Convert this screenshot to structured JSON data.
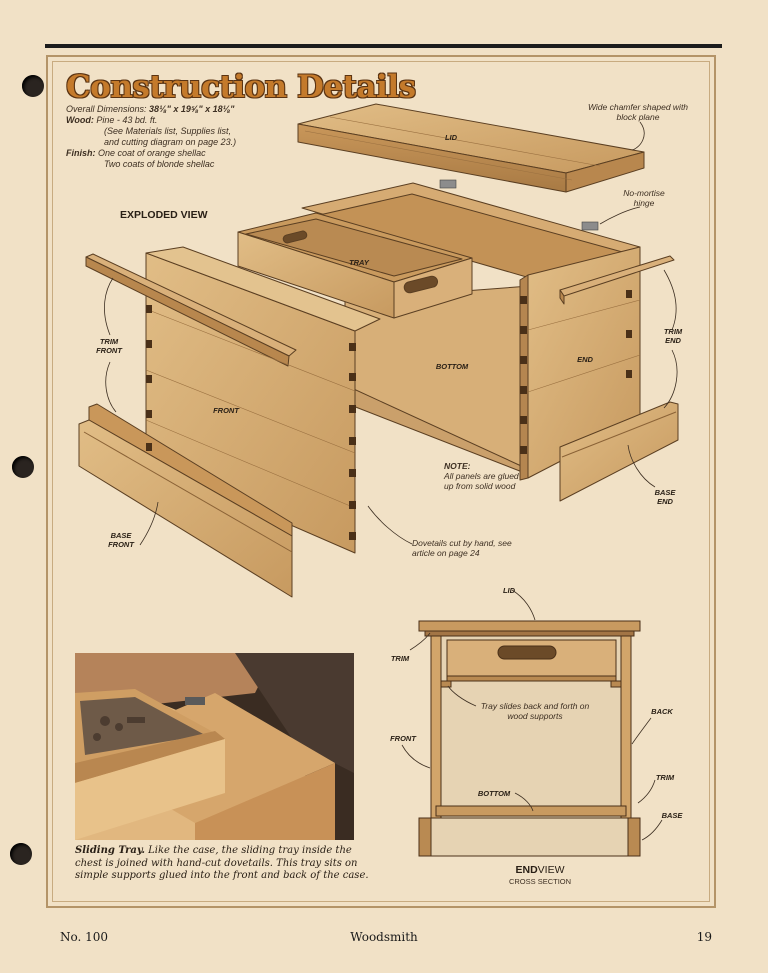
{
  "page": {
    "title": "Construction Details",
    "specs": {
      "dimensions_label": "Overall Dimensions:",
      "dimensions_value": "38⅛\" x 19⅝\" x 18⅛\"",
      "wood_label": "Wood:",
      "wood_value": "Pine - 43 bd. ft.",
      "wood_note_1": "(See Materials list, Supplies list,",
      "wood_note_2": "and cutting diagram on page 23.)",
      "finish_label": "Finish:",
      "finish_1": "One coat of orange shellac",
      "finish_2": "Two coats of blonde shellac"
    }
  },
  "exploded": {
    "heading": "EXPLODED VIEW",
    "callouts": {
      "chamfer": "Wide chamfer shaped with block plane",
      "hinge": "No-mortise hinge",
      "note_title": "NOTE:",
      "note_body": "All panels are glued up from solid wood",
      "dovetails": "Dovetails cut by hand, see article on page 24"
    },
    "parts": {
      "lid": "LID",
      "tray": "TRAY",
      "bottom": "BOTTOM",
      "end": "END",
      "front": "FRONT",
      "trim_front": "TRIM FRONT",
      "trim_end": "TRIM END",
      "base_end": "BASE END",
      "base_front": "BASE FRONT"
    }
  },
  "photo": {
    "caption_title": "Sliding Tray.",
    "caption_body": "Like the case, the sliding tray inside the chest is joined with hand-cut dovetails. This tray sits on simple supports glued into the front and back of the case."
  },
  "end_view": {
    "title_bold": "END",
    "title_rest": "VIEW",
    "subtitle": "CROSS SECTION",
    "labels": {
      "lid": "LID",
      "trim_left": "TRIM",
      "tray_note": "Tray slides back and forth on wood supports",
      "back": "BACK",
      "front": "FRONT",
      "trim_right": "TRIM",
      "bottom": "BOTTOM",
      "base": "BASE"
    }
  },
  "footer": {
    "issue": "No. 100",
    "magazine": "Woodsmith",
    "page_number": "19"
  },
  "colors": {
    "paper": "#f1e1c6",
    "wood": "#d9b07a",
    "wood_dark": "#b98a52",
    "title": "#c47a2b",
    "frame": "#b49468"
  }
}
